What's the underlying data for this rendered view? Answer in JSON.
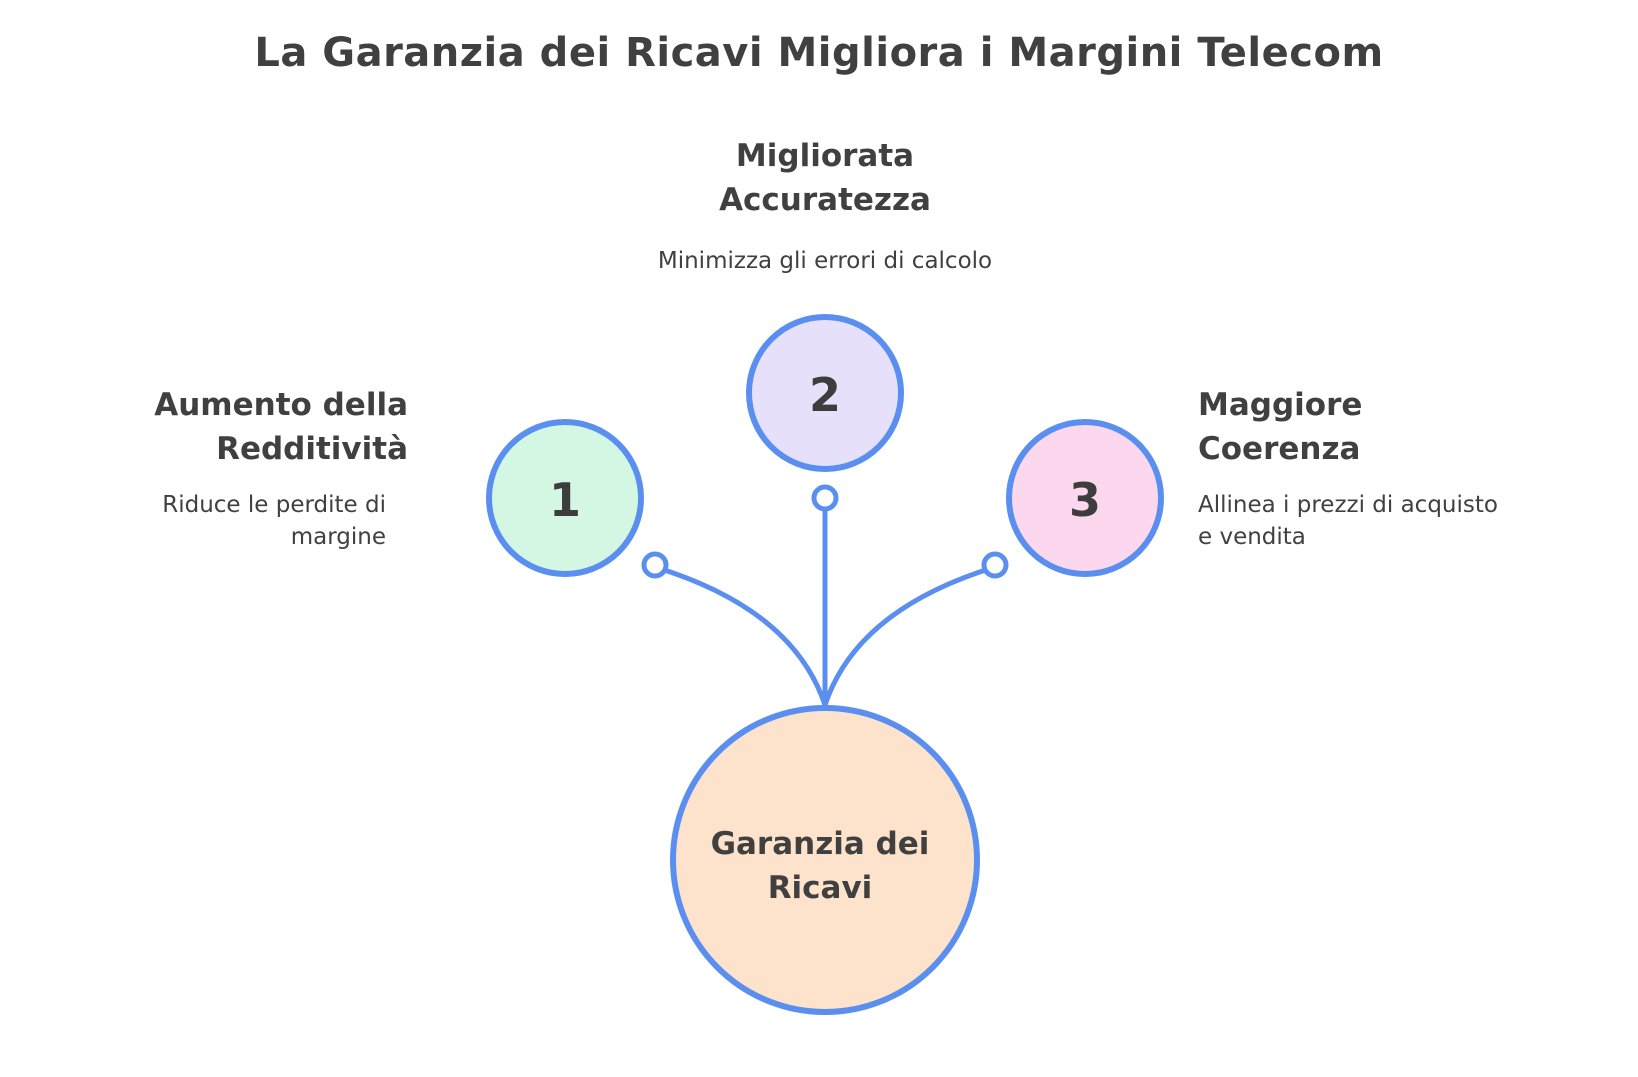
{
  "title": "La Garanzia dei Ricavi Migliora i Margini Telecom",
  "center": {
    "label_line1": "Garanzia dei",
    "label_line2": "Ricavi",
    "fill": "#fde3cb"
  },
  "stroke_color": "#5a8ff0",
  "items": [
    {
      "number": "1",
      "heading_line1": "Aumento della",
      "heading_line2": "Redditività",
      "desc_line1": "Riduce le perdite di",
      "desc_line2": "margine",
      "fill": "#d4f7e4"
    },
    {
      "number": "2",
      "heading_line1": "Migliorata",
      "heading_line2": "Accuratezza",
      "desc_line1": "Minimizza gli errori di calcolo",
      "fill": "#e6e0fb"
    },
    {
      "number": "3",
      "heading_line1": "Maggiore",
      "heading_line2": "Coerenza",
      "desc_line1": "Allinea i prezzi di acquisto",
      "desc_line2": "e vendita",
      "fill": "#fcd8ee"
    }
  ]
}
